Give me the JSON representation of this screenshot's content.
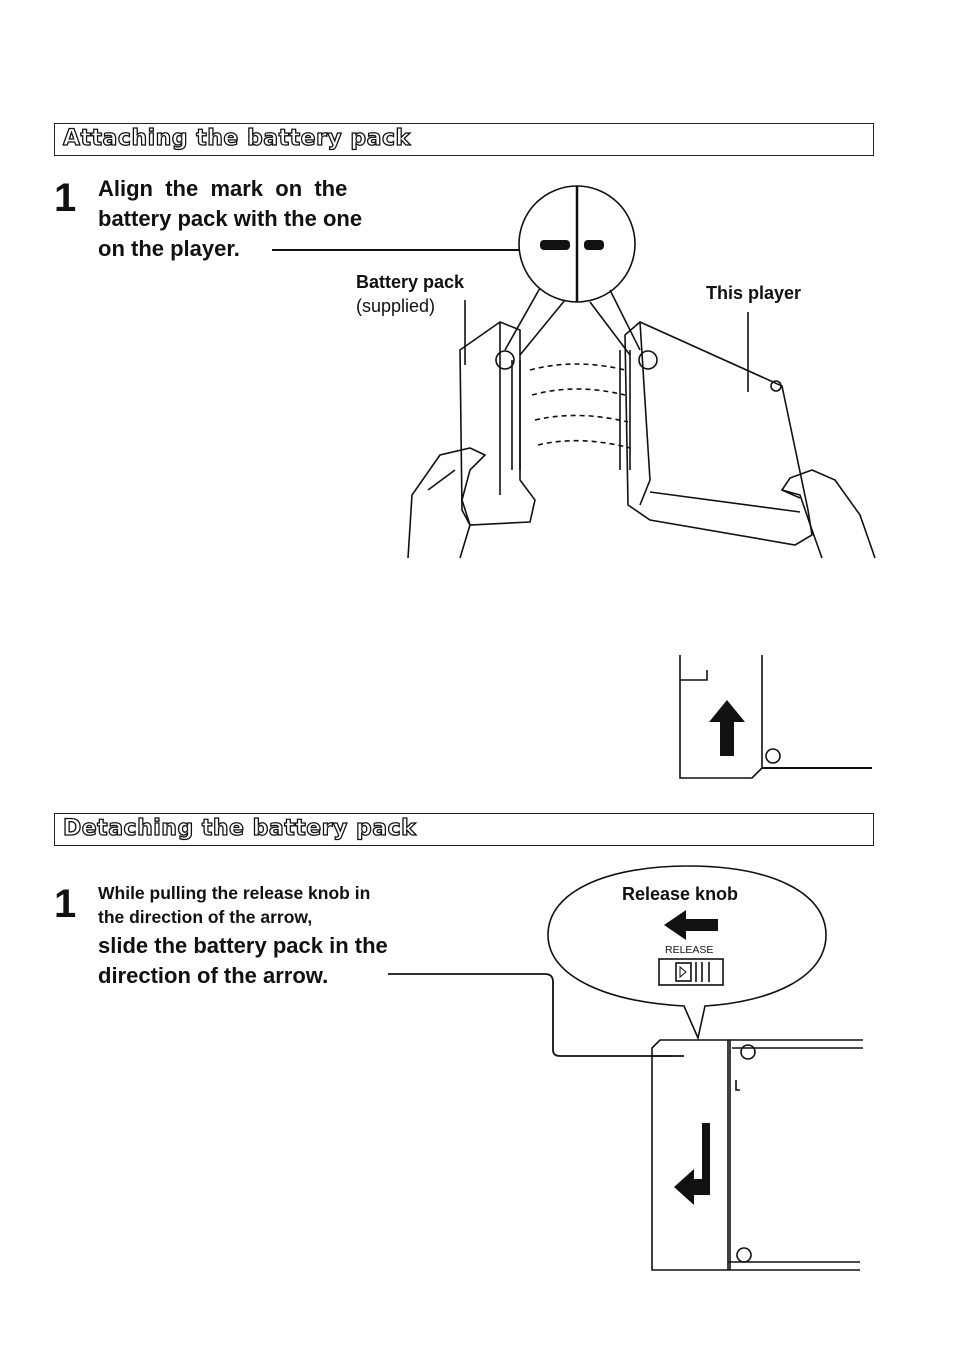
{
  "attach": {
    "heading": "Attaching the battery pack",
    "step_number": "1",
    "step_line1": "Align  the  mark  on  the",
    "step_line2": "battery pack with the one",
    "step_line3": "on the player.",
    "label_battery_pack": "Battery pack",
    "label_supplied": "(supplied)",
    "label_this_player": "This player"
  },
  "detach": {
    "heading": "Detaching the battery pack",
    "step_number": "1",
    "note_line1": "While pulling the release knob in",
    "note_line2": "the direction of the arrow,",
    "step_line1": "slide the battery pack in the",
    "step_line2": "direction of the arrow.",
    "label_release_knob": "Release knob",
    "label_release_switch": "RELEASE"
  },
  "icons": [
    "up-arrow-icon",
    "left-arrow-icon",
    "down-left-arrow-icon"
  ]
}
